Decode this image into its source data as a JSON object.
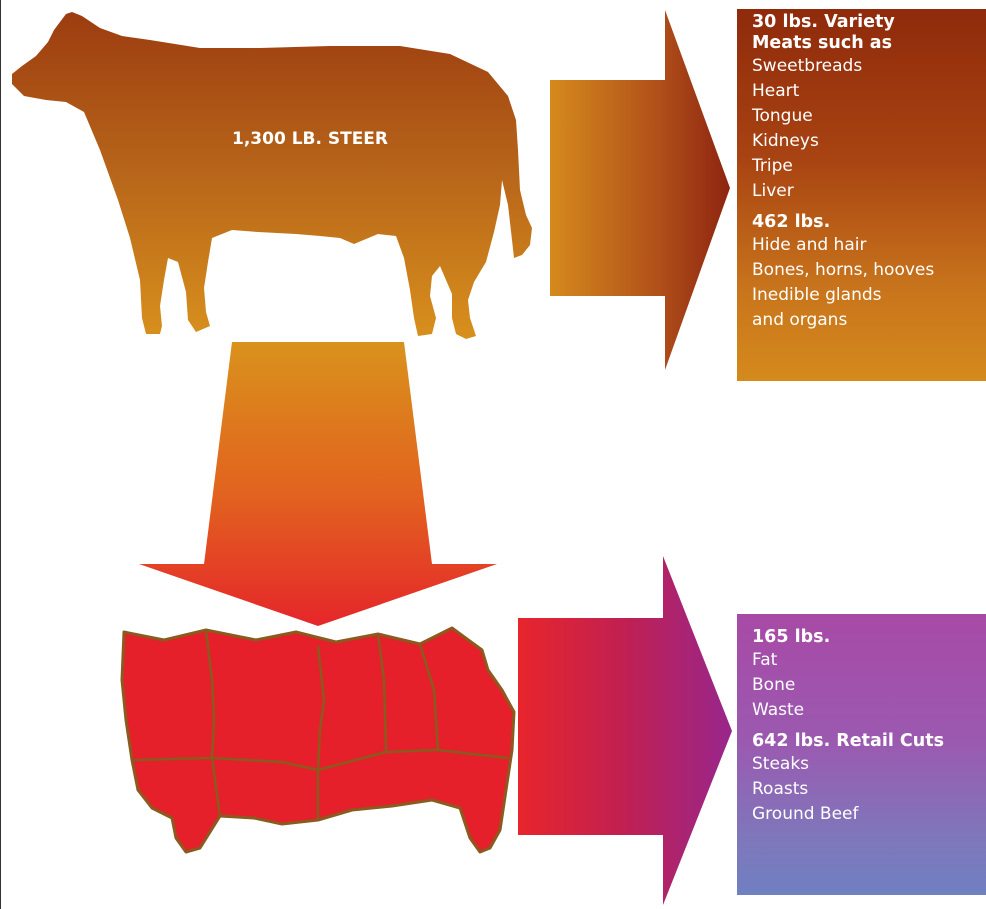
{
  "steer_label": "1,300 LB. STEER",
  "top_panel": {
    "variety_heading_line1": "30 lbs. Variety",
    "variety_heading_line2": "Meats such as",
    "variety_items": [
      "Sweetbreads",
      "Heart",
      "Tongue",
      "Kidneys",
      "Tripe",
      "Liver"
    ],
    "inedible_heading": "462 lbs.",
    "inedible_items": [
      "Hide and hair",
      "Bones, horns, hooves",
      "Inedible glands",
      "and organs"
    ]
  },
  "bottom_panel": {
    "waste_heading": "165 lbs.",
    "waste_items": [
      "Fat",
      "Bone",
      "Waste"
    ],
    "retail_heading": "642 lbs. Retail Cuts",
    "retail_items": [
      "Steaks",
      "Roasts",
      "Ground Beef"
    ]
  },
  "colors": {
    "steer_top": "#a24511",
    "steer_bottom": "#d58c1c",
    "carcass_fill": "#e5202a",
    "carcass_outline": "#8a5a1e",
    "arrow_red": "#e52a2a",
    "arrow_purple": "#a0267f"
  }
}
